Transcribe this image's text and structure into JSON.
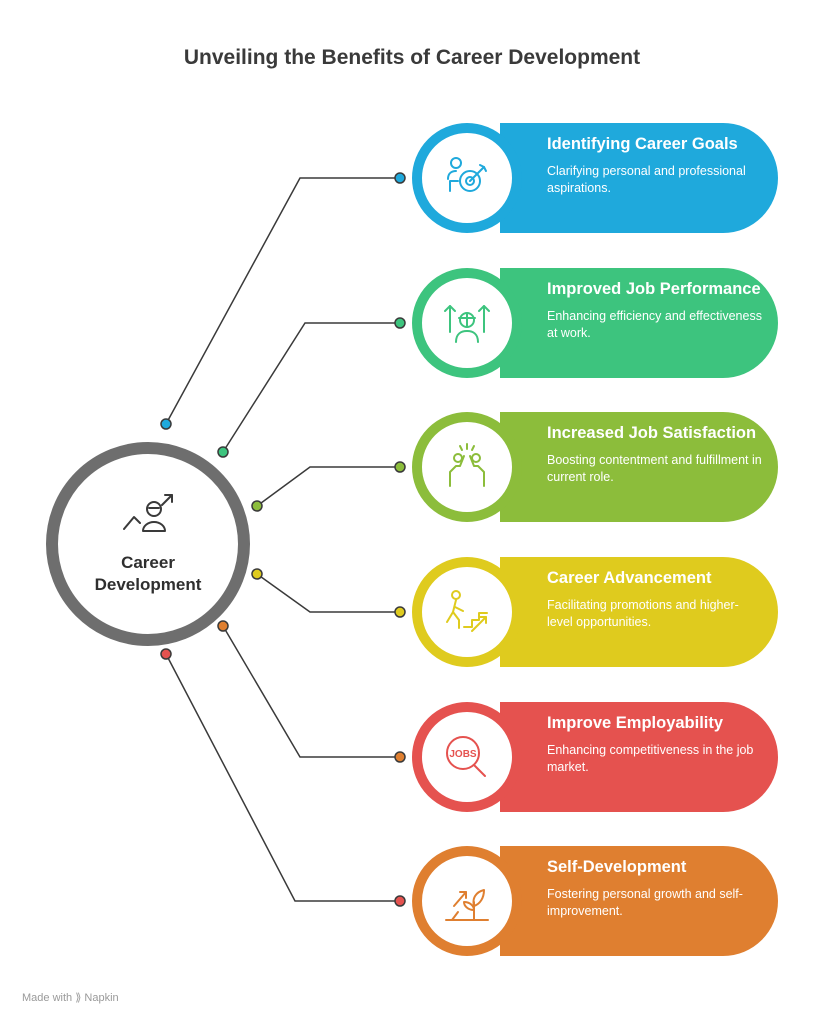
{
  "title": "Unveiling the Benefits of Career Development",
  "center": {
    "label_line1": "Career",
    "label_line2": "Development",
    "icon": "person-growth-icon"
  },
  "items": [
    {
      "heading": "Identifying Career Goals",
      "description": "Clarifying personal and professional aspirations.",
      "color": "#1fa9dc",
      "icon": "target-person-icon"
    },
    {
      "heading": "Improved Job Performance",
      "description": "Enhancing efficiency and effectiveness at work.",
      "color": "#3dc47e",
      "icon": "worker-up-arrows-icon"
    },
    {
      "heading": "Increased Job Satisfaction",
      "description": "Boosting contentment and fulfillment in current role.",
      "color": "#8cbd3b",
      "icon": "high-five-icon"
    },
    {
      "heading": "Career Advancement",
      "description": "Facilitating promotions and higher-level opportunities.",
      "color": "#dfcb1e",
      "icon": "stairs-climb-icon"
    },
    {
      "heading": "Improve Employability",
      "description": "Enhancing competitiveness in the job market.",
      "color": "#e5524f",
      "icon": "jobs-search-icon"
    },
    {
      "heading": "Self-Development",
      "description": "Fostering personal growth and self-improvement.",
      "color": "#df7f30",
      "icon": "plant-growth-icon"
    }
  ],
  "footer": {
    "text": "Made with",
    "brand": "Napkin"
  }
}
